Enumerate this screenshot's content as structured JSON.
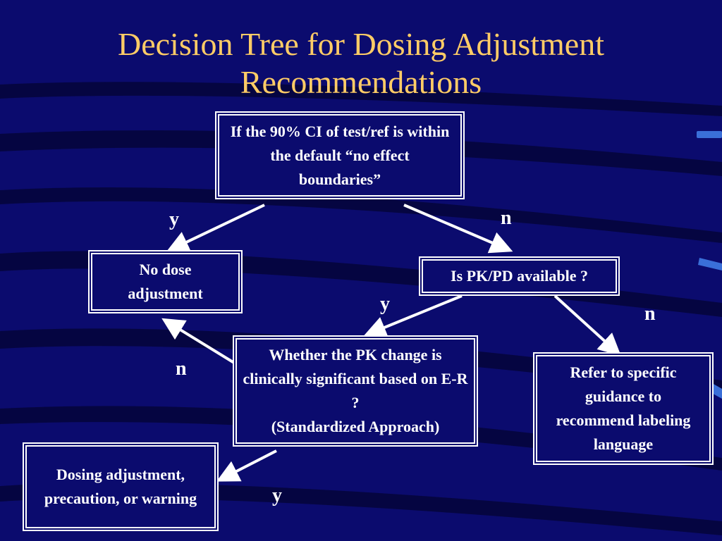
{
  "slide": {
    "title_line1": "Decision Tree for Dosing Adjustment",
    "title_line2": "Recommendations"
  },
  "nodes": {
    "root": "If the 90% CI of test/ref is within the default “no effect boundaries”",
    "no_dose": "No dose adjustment",
    "pkpd": "Is PK/PD available ?",
    "er_line1": "Whether the PK change is clinically significant based on E-R ?",
    "er_line2": "(Standardized Approach)",
    "refer": "Refer to specific guidance to recommend labeling language",
    "dosing": "Dosing adjustment, precaution, or warning"
  },
  "edge_labels": {
    "root_yes": "y",
    "root_no": "n",
    "pkpd_yes": "y",
    "pkpd_no": "n",
    "er_no": "n",
    "er_yes": "y"
  },
  "colors": {
    "background": "#0b0b6e",
    "title": "#ffcc66",
    "text": "#ffffff",
    "accent_stripe": "#3a6fd8"
  }
}
